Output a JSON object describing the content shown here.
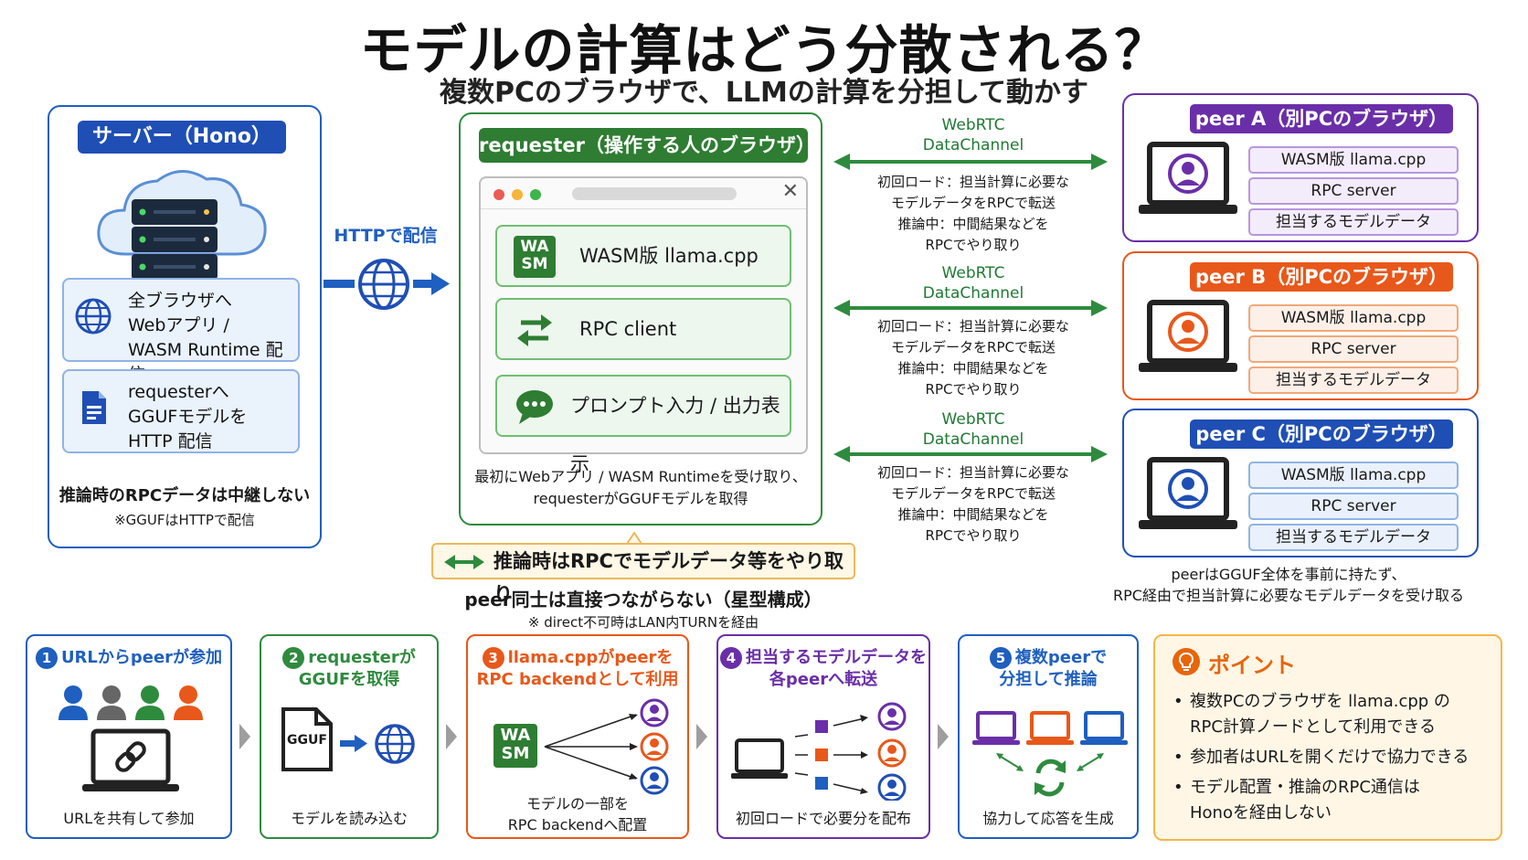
{
  "title": "モデルの計算はどう分散される？",
  "subtitle": "複数PCのブラウザで、LLMの計算を分担して動かす",
  "colors": {
    "blue": "#1f5fbf",
    "green": "#2e8b3e",
    "purple": "#6a2fa8",
    "orange": "#e8581a",
    "gold": "#f0b75a"
  },
  "server": {
    "title": "サーバー（Hono）",
    "box1": [
      "全ブラウザへ",
      "Webアプリ /",
      "WASM Runtime 配信"
    ],
    "box2": [
      "requesterへ",
      "GGUFモデルを",
      "HTTP 配信"
    ],
    "note": "推論時のRPCデータは中継しない",
    "subnote": "※GGUFはHTTPで配信"
  },
  "http_label": "HTTPで配信",
  "requester": {
    "title": "requester（操作する人のブラウザ）",
    "wasm_icon": "WA\nSM",
    "items": [
      "WASM版 llama.cpp",
      "RPC client",
      "プロンプト入力 / 出力表示"
    ],
    "note": [
      "最初にWebアプリ / WASM Runtimeを受け取り、",
      "requesterがGGUFモデルを取得"
    ]
  },
  "rpc_banner": "推論時はRPCでモデルデータ等をやり取り",
  "star_note": "peer同士は直接つながらない（星型構成）",
  "turn_note": "※ direct不可時はLAN内TURNを経由",
  "channel": {
    "label": [
      "WebRTC",
      "DataChannel"
    ],
    "desc": [
      "初回ロード：担当計算に必要な",
      "モデルデータをRPCで転送",
      "推論中：中間結果などを",
      "RPCでやり取り"
    ]
  },
  "peers": [
    {
      "title": "peer A（別PCのブラウザ）",
      "items": [
        "WASM版 llama.cpp",
        "RPC server",
        "担当するモデルデータ"
      ],
      "color": "#6a2fa8",
      "light": "#f3ecfb",
      "border": "#b896de"
    },
    {
      "title": "peer B（別PCのブラウザ）",
      "items": [
        "WASM版 llama.cpp",
        "RPC server",
        "担当するモデルデータ"
      ],
      "color": "#e8581a",
      "light": "#fdf0e8",
      "border": "#f2a878"
    },
    {
      "title": "peer C（別PCのブラウザ）",
      "items": [
        "WASM版 llama.cpp",
        "RPC server",
        "担当するモデルデータ"
      ],
      "color": "#1f4fb5",
      "light": "#eaf1fc",
      "border": "#8fb3e6"
    }
  ],
  "peer_note": [
    "peerはGGUF全体を事前に持たず、",
    "RPC経由で担当計算に必要なモデルデータを受け取る"
  ],
  "steps": [
    {
      "num": "1",
      "head": [
        "URLからpeerが参加"
      ],
      "foot": [
        "URLを共有して参加"
      ],
      "color": "#1f5fbf"
    },
    {
      "num": "2",
      "head": [
        "requesterが",
        "GGUFを取得"
      ],
      "foot": [
        "モデルを読み込む"
      ],
      "color": "#2e8b3e"
    },
    {
      "num": "3",
      "head": [
        "llama.cppがpeerを",
        "RPC backendとして利用"
      ],
      "foot": [
        "モデルの一部を",
        "RPC backendへ配置"
      ],
      "color": "#e8581a"
    },
    {
      "num": "4",
      "head": [
        "担当するモデルデータを",
        "各peerへ転送"
      ],
      "foot": [
        "初回ロードで必要分を配布"
      ],
      "color": "#6a2fa8"
    },
    {
      "num": "5",
      "head": [
        "複数peerで",
        "分担して推論"
      ],
      "foot": [
        "協力して応答を生成"
      ],
      "color": "#1f5fbf"
    }
  ],
  "gguf_label": "GGUF",
  "point": {
    "title": "ポイント",
    "items": [
      [
        "複数PCのブラウザを llama.cpp の",
        "RPC計算ノードとして利用できる"
      ],
      [
        "参加者はURLを開くだけで協力できる"
      ],
      [
        "モデル配置・推論のRPC通信は",
        "Honoを経由しない"
      ]
    ]
  }
}
